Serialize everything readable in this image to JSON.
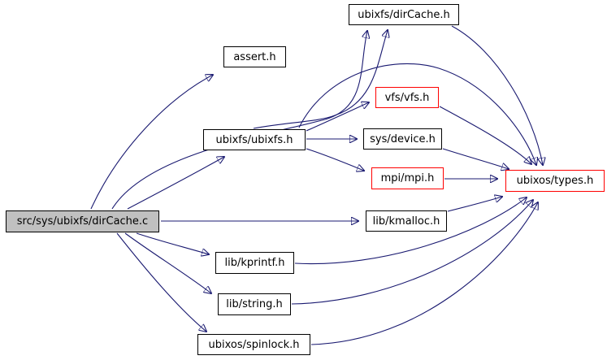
{
  "graph": {
    "type": "include-dependency-graph",
    "background_color": "#ffffff",
    "edge_color": "#191970",
    "default_border_color": "#000000",
    "linked_node_border_color": "#ff0000",
    "root_node_fill": "#c0c0c0",
    "node_fill": "#ffffff",
    "nodes": [
      {
        "id": "main",
        "label": "src/sys/ubixfs/dirCache.c",
        "role": "root-source-file"
      },
      {
        "id": "dircacheh",
        "label": "ubixfs/dirCache.h",
        "role": "header"
      },
      {
        "id": "asserth",
        "label": "assert.h",
        "role": "header"
      },
      {
        "id": "vfsh",
        "label": "vfs/vfs.h",
        "role": "header-linked"
      },
      {
        "id": "ubixfsh",
        "label": "ubixfs/ubixfs.h",
        "role": "header"
      },
      {
        "id": "deviceh",
        "label": "sys/device.h",
        "role": "header"
      },
      {
        "id": "mpih",
        "label": "mpi/mpi.h",
        "role": "header-linked"
      },
      {
        "id": "typesh",
        "label": "ubixos/types.h",
        "role": "header-linked"
      },
      {
        "id": "kmalloch",
        "label": "lib/kmalloc.h",
        "role": "header"
      },
      {
        "id": "kprintfh",
        "label": "lib/kprintf.h",
        "role": "header"
      },
      {
        "id": "stringh",
        "label": "lib/string.h",
        "role": "header"
      },
      {
        "id": "spinlockh",
        "label": "ubixos/spinlock.h",
        "role": "header"
      }
    ],
    "edges": [
      {
        "from": "src/sys/ubixfs/dirCache.c",
        "to": "assert.h"
      },
      {
        "from": "src/sys/ubixfs/dirCache.c",
        "to": "ubixfs/dirCache.h"
      },
      {
        "from": "src/sys/ubixfs/dirCache.c",
        "to": "ubixfs/ubixfs.h"
      },
      {
        "from": "src/sys/ubixfs/dirCache.c",
        "to": "lib/kmalloc.h"
      },
      {
        "from": "src/sys/ubixfs/dirCache.c",
        "to": "lib/kprintf.h"
      },
      {
        "from": "src/sys/ubixfs/dirCache.c",
        "to": "lib/string.h"
      },
      {
        "from": "src/sys/ubixfs/dirCache.c",
        "to": "ubixos/spinlock.h"
      },
      {
        "from": "ubixfs/ubixfs.h",
        "to": "ubixfs/dirCache.h"
      },
      {
        "from": "ubixfs/ubixfs.h",
        "to": "vfs/vfs.h"
      },
      {
        "from": "ubixfs/ubixfs.h",
        "to": "sys/device.h"
      },
      {
        "from": "ubixfs/ubixfs.h",
        "to": "mpi/mpi.h"
      },
      {
        "from": "ubixfs/ubixfs.h",
        "to": "ubixos/types.h"
      },
      {
        "from": "vfs/vfs.h",
        "to": "ubixos/types.h"
      },
      {
        "from": "ubixfs/dirCache.h",
        "to": "ubixos/types.h"
      },
      {
        "from": "sys/device.h",
        "to": "ubixos/types.h"
      },
      {
        "from": "mpi/mpi.h",
        "to": "ubixos/types.h"
      },
      {
        "from": "lib/kmalloc.h",
        "to": "ubixos/types.h"
      },
      {
        "from": "lib/kprintf.h",
        "to": "ubixos/types.h"
      },
      {
        "from": "lib/string.h",
        "to": "ubixos/types.h"
      },
      {
        "from": "ubixos/spinlock.h",
        "to": "ubixos/types.h"
      }
    ]
  }
}
